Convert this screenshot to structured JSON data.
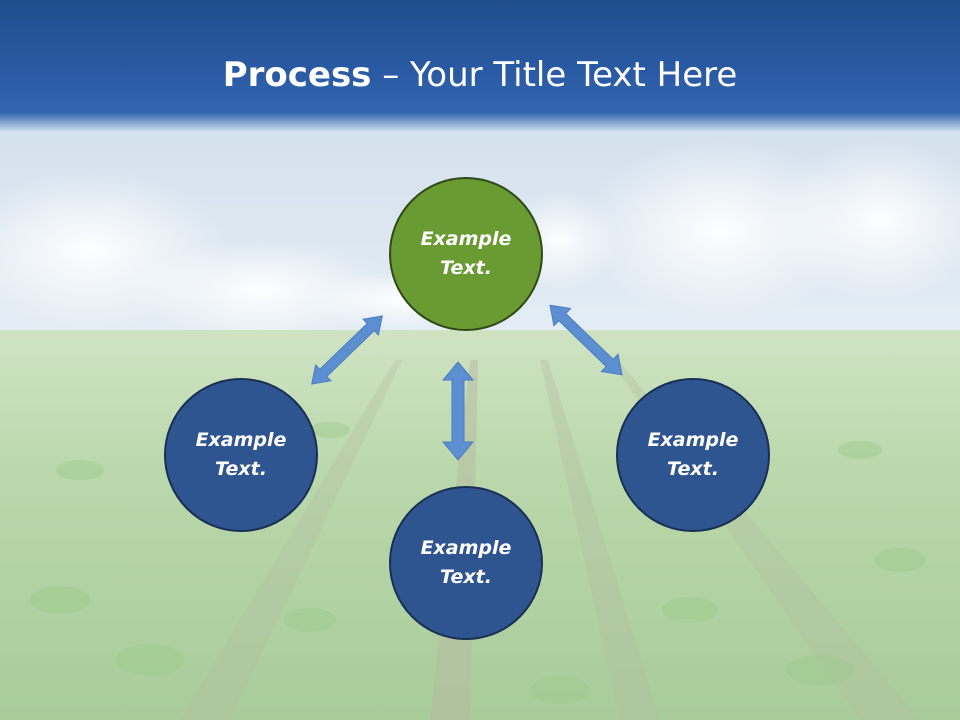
{
  "slide": {
    "title_bold": "Process",
    "title_rest": " – Your Title Text Here",
    "nodes": [
      {
        "id": "top",
        "text": "Example Text.",
        "color": "#6a9a32"
      },
      {
        "id": "left",
        "text": "Example Text.",
        "color": "#2f5591"
      },
      {
        "id": "bottom",
        "text": "Example Text.",
        "color": "#2f5591"
      },
      {
        "id": "right",
        "text": "Example Text.",
        "color": "#2f5591"
      }
    ],
    "colors": {
      "header": "#2a5aa3",
      "arrow": "#5b8fd1",
      "green": "#6a9a32",
      "blue": "#2f5591"
    }
  }
}
